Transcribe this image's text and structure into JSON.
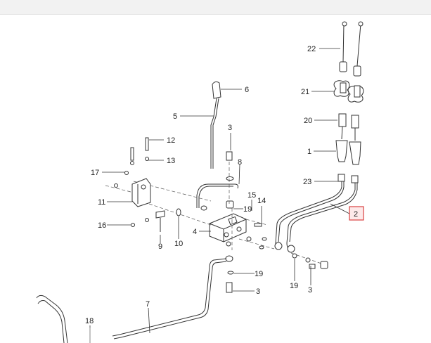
{
  "callouts": {
    "c1": "1",
    "c2": "2",
    "c3a": "3",
    "c3b": "3",
    "c3c": "3",
    "c4": "4",
    "c5": "5",
    "c6": "6",
    "c7": "7",
    "c8": "8",
    "c9": "9",
    "c10": "10",
    "c11": "11",
    "c12": "12",
    "c13": "13",
    "c14": "14",
    "c15": "15",
    "c16": "16",
    "c17": "17",
    "c18": "18",
    "c19a": "19",
    "c19b": "19",
    "c19c": "19",
    "c20": "20",
    "c21": "21",
    "c22": "22",
    "c23": "23"
  },
  "highlight": {
    "selected_callout": "2",
    "color": "#d94040"
  }
}
